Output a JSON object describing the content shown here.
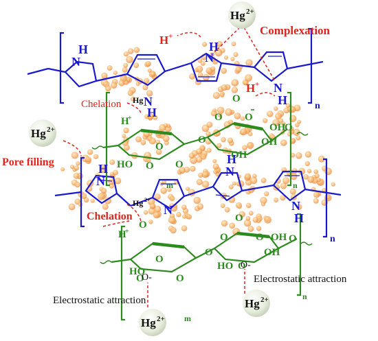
{
  "labels": {
    "hg_ion": "Hg2+",
    "hg_base": "Hg",
    "hg_charge": "2+",
    "h_plus": "H+",
    "h_base": "H",
    "plus": "+",
    "complexation": "Complexation",
    "chelation": "Chelation",
    "pore_filling": "Pore filling",
    "electrostatic": "Electrostatic  attraction",
    "n_sub": "n",
    "m_sub": "m",
    "N": "N",
    "H": "H",
    "O": "O",
    "OH": "OH",
    "HO": "HO",
    "O_minus": "O-",
    "Hg": "Hg"
  },
  "colors": {
    "ppy": "#1a1acc",
    "alginate": "#2c8a1e",
    "annotation": "#e0241b",
    "ion_bubble": "#e8efe0",
    "particle": "#f2a35a"
  }
}
